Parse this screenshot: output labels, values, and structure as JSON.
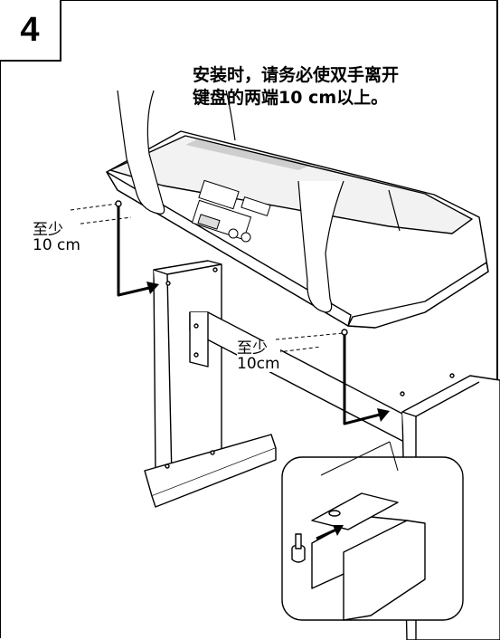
{
  "step": {
    "number": "4"
  },
  "caption": {
    "line1": "安装时，请务必使双手离开",
    "line2": "键盘的两端10 cm以上。"
  },
  "labels": {
    "left": {
      "line1": "至少",
      "line2": "10 cm"
    },
    "right": {
      "line1": "至少",
      "line2": "10cm"
    }
  }
}
